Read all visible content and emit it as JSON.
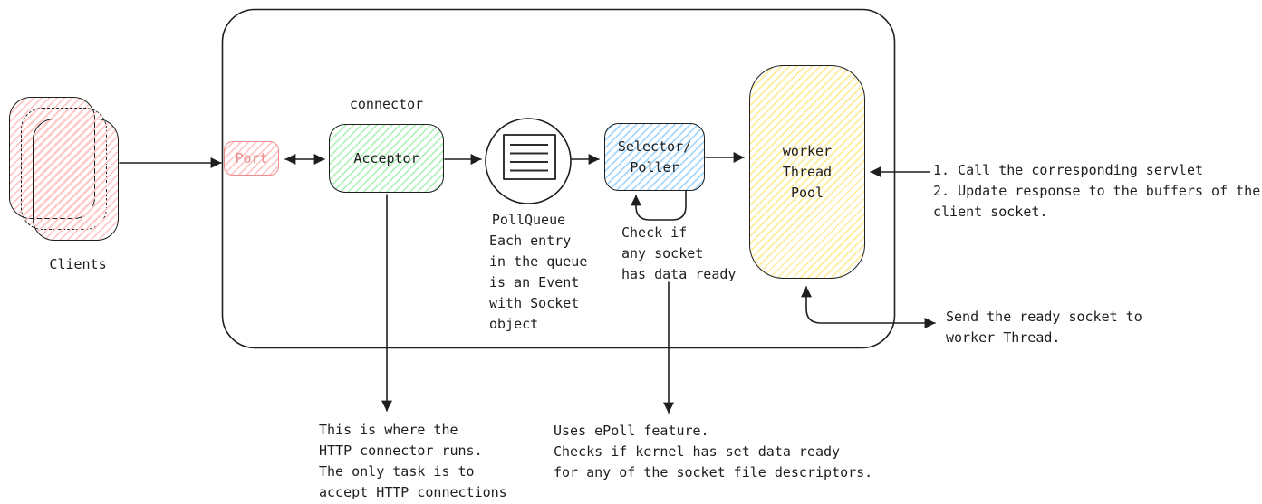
{
  "colors": {
    "stroke": "#1e1e1e",
    "pink": "#ffc9c9",
    "pink_stroke": "#f08c8c",
    "green": "#b2f2bb",
    "blue": "#a5d8ff",
    "yellow": "#ffec99"
  },
  "clients": {
    "label": "Clients"
  },
  "server": {
    "connector_label": "connector",
    "port": {
      "label": "Port"
    },
    "acceptor": {
      "label": "Acceptor"
    },
    "poll_queue": {
      "label": "PollQueue",
      "note": "Each entry\nin the queue\nis an Event\nwith Socket\nobject"
    },
    "selector": {
      "label": "Selector/\nPoller",
      "loop_note": "Check if\nany socket\nhas data ready"
    },
    "worker_pool": {
      "label": "worker\nThread\nPool"
    }
  },
  "annotations": {
    "worker_steps": "1. Call the corresponding servlet\n2. Update response to the buffers of the\nclient socket.",
    "send_socket": "Send the ready socket to\nworker Thread.",
    "acceptor_role": "This is where the\nHTTP connector runs.\nThe only task is to\naccept HTTP connections",
    "epoll": "Uses ePoll feature.\nChecks if kernel has set data ready\nfor any of the socket file descriptors."
  }
}
